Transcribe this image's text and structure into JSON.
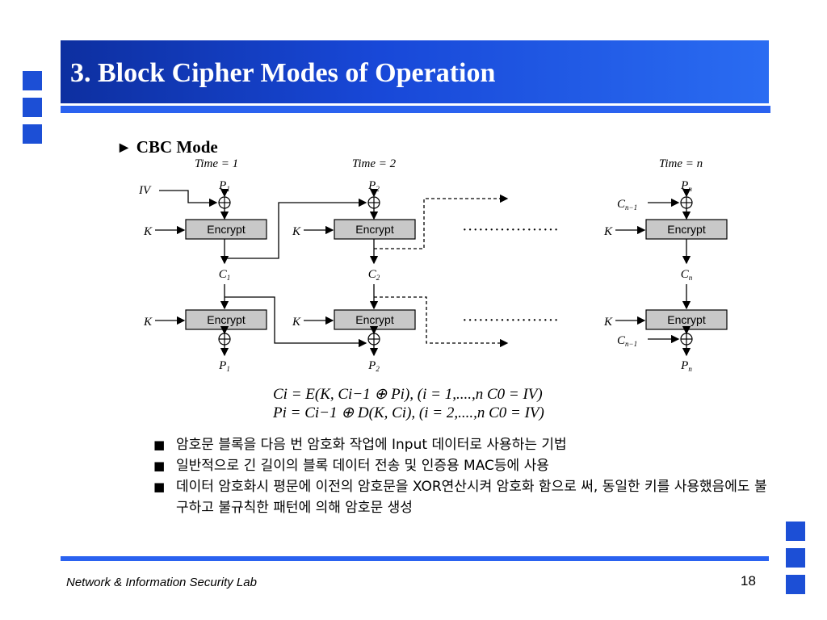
{
  "slide": {
    "title": "3. Block Cipher Modes of Operation",
    "bullet": "CBC Mode",
    "footer": "Network & Information Security Lab",
    "page_number": "18"
  },
  "diagram": {
    "time_labels": [
      "Time = 1",
      "Time = 2",
      "Time = n"
    ],
    "iv_label": "IV",
    "key_label": "K",
    "box_label": "Encrypt",
    "plaintext_labels": [
      "P1",
      "P2",
      "Pn"
    ],
    "ciphertext_labels": [
      "C1",
      "C2",
      "Cn"
    ],
    "prev_cipher_label": "Cn−1",
    "ellipsis": "··················"
  },
  "formulas": {
    "encrypt": "Ci = E(K, Ci−1 ⊕ Pi), (i = 1,....,n C0 = IV)",
    "decrypt": "Pi = Ci−1 ⊕ D(K, Ci), (i = 2,....,n C0 = IV)"
  },
  "notes": [
    "암호문 블록을 다음 번 암호화 작업에 Input 데이터로 사용하는 기법",
    "일반적으로 긴 길이의 블록 데이터 전송 및 인증용 MAC등에 사용",
    "데이터 암호화시 평문에 이전의 암호문을 XOR연산시켜 암호화 함으로 써, 동일한 키를 사용했음에도 불구하고 불규칙한 패턴에 의해 암호문 생성"
  ],
  "colors": {
    "accent": "#1c4fd6",
    "box_fill": "#c8c8c8"
  }
}
